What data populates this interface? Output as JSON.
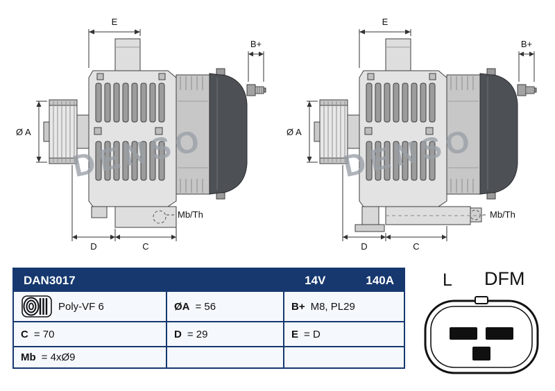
{
  "brand_watermark": "DENSO",
  "dimension_labels": {
    "e": "E",
    "b_plus": "B+",
    "dia_a": "Ø A",
    "d": "D",
    "c": "C",
    "mb_th": "Mb/Th"
  },
  "spec_table": {
    "header": {
      "part_number": "DAN3017",
      "voltage": "14V",
      "current": "140A"
    },
    "rows": [
      {
        "cells": [
          {
            "key": "",
            "value": "Poly-VF 6",
            "icon": "pulley-icon"
          },
          {
            "key": "ØA",
            "value": "= 56"
          },
          {
            "key": "B+",
            "value": "M8, PL29"
          }
        ]
      },
      {
        "cells": [
          {
            "key": "C",
            "value": "= 70"
          },
          {
            "key": "D",
            "value": "= 29"
          },
          {
            "key": "E",
            "value": "= D"
          }
        ]
      },
      {
        "cells": [
          {
            "key": "Mb",
            "value": "= 4xØ9"
          },
          {
            "key": "",
            "value": ""
          },
          {
            "key": "",
            "value": ""
          }
        ]
      }
    ]
  },
  "connector": {
    "label_l": "L",
    "label_dfm": "DFM"
  },
  "colors": {
    "table_header_bg": "#16386f",
    "table_border": "#16386f",
    "table_body_bg": "#f5f9fd",
    "header_text": "#ffffff",
    "rear_cover": "#4d5156",
    "watermark_gray": "#9aa0a7"
  }
}
